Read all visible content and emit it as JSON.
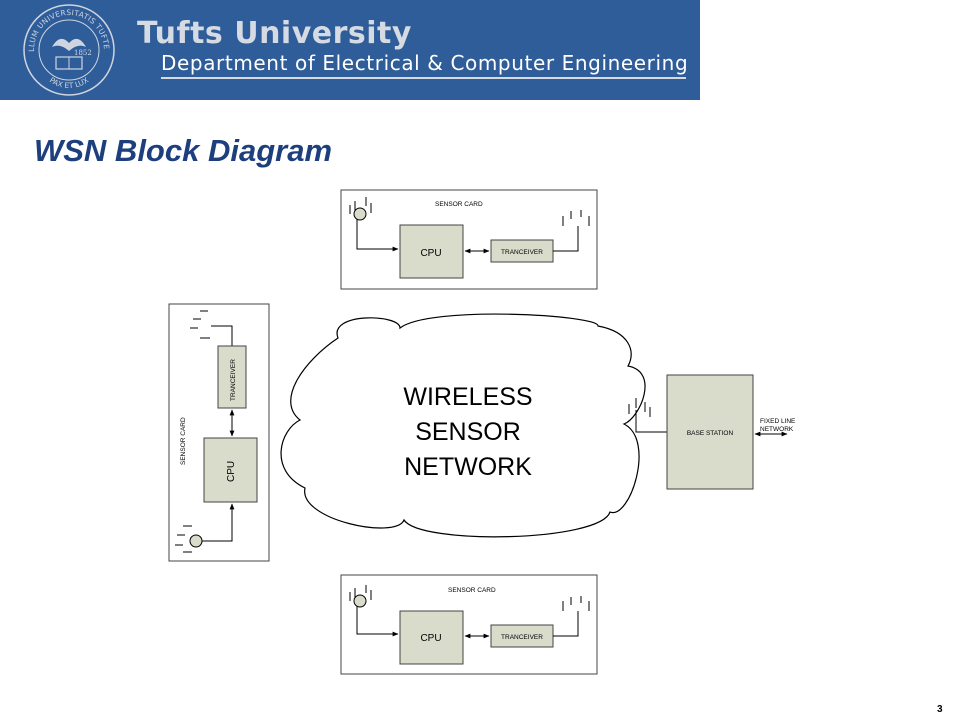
{
  "header": {
    "university": "Tufts University",
    "department": "Department of Electrical & Computer Engineering",
    "seal": {
      "text_top": "SIGILLUM UNIVERSITATIS TUFTENSIS",
      "text_bottom": "PAX ET LUX",
      "year": "1852"
    },
    "colors": {
      "banner": "#2e5d9a",
      "title_text": "#d6dae2"
    }
  },
  "slide": {
    "title": "WSN Block Diagram",
    "page_number": "3",
    "title_color": "#1d3f7e"
  },
  "diagram": {
    "box_fill": "#d9dccb",
    "cloud": {
      "lines": [
        "WIRELESS",
        "SENSOR",
        "NETWORK"
      ]
    },
    "sensor_card_top": {
      "label": "SENSOR CARD",
      "cpu": "CPU",
      "transceiver": "TRANCEIVER"
    },
    "sensor_card_left": {
      "label": "SENSOR CARD",
      "cpu": "CPU",
      "transceiver": "TRANCEIVER"
    },
    "sensor_card_bottom": {
      "label": "SENSOR CARD",
      "cpu": "CPU",
      "transceiver": "TRANCEIVER"
    },
    "base_station": {
      "label": "BASE STATION",
      "network_label_1": "FIXED LINE",
      "network_label_2": "NETWORK"
    }
  }
}
